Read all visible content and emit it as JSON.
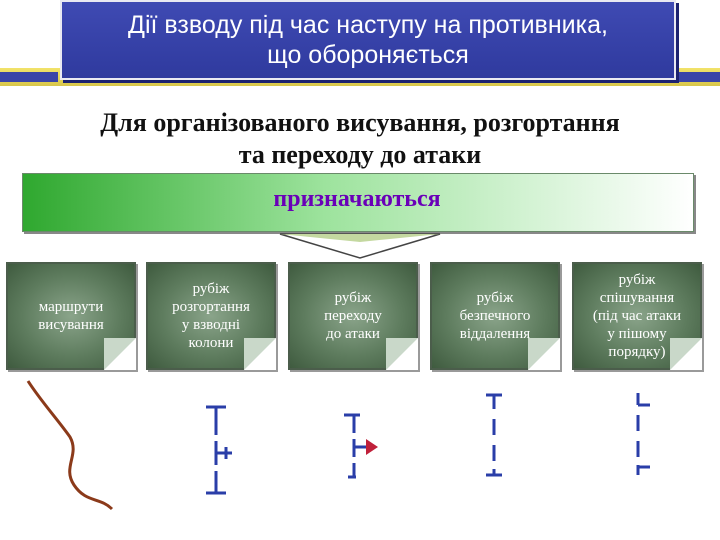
{
  "title": {
    "line1": "Дії взводу під час наступу на противника,",
    "line2": "що обороняється"
  },
  "subtitle": {
    "line1": "Для організованого висування, розгортання",
    "line2": "та переходу до атаки"
  },
  "banner": {
    "label": "призначаються"
  },
  "cards": [
    {
      "lines": [
        "маршрути",
        "висування"
      ]
    },
    {
      "lines": [
        "рубіж",
        "розгортання",
        "у взводні",
        "колони"
      ]
    },
    {
      "lines": [
        "рубіж",
        "переходу",
        "до атаки"
      ]
    },
    {
      "lines": [
        "рубіж",
        "безпечного",
        "віддалення"
      ]
    },
    {
      "lines": [
        "рубіж",
        "спішування",
        "(під час атаки",
        "у пішому",
        "порядку)"
      ]
    }
  ],
  "colors": {
    "title_bg": "#3a44a8",
    "banner_text": "#6a00b8",
    "route_line": "#8b3a1a",
    "symbols": "#2a3ea8",
    "attack_arrow": "#c0203a"
  }
}
